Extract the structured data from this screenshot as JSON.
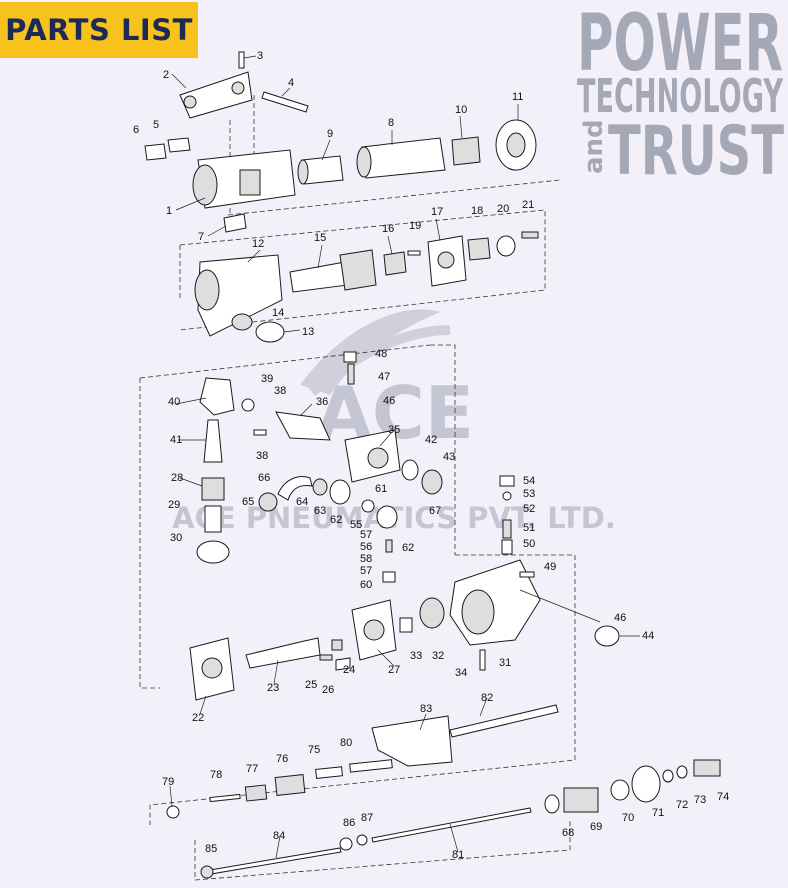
{
  "header": {
    "title": "PARTS LIST",
    "badge_color": "#f6c21b",
    "title_color": "#1c2a57"
  },
  "brand": {
    "line1": "POWER",
    "line2": "TECHNOLOGY",
    "word_and": "and",
    "line3": "TRUST",
    "color": "#a4a8b7"
  },
  "watermark": {
    "logo_text": "ACE",
    "company": "ACE PNEUMATICS PVT. LTD.",
    "color": "#b6b9c6"
  },
  "callouts": [
    "1",
    "2",
    "3",
    "4",
    "5",
    "6",
    "7",
    "8",
    "9",
    "10",
    "11",
    "12",
    "13",
    "14",
    "15",
    "16",
    "17",
    "18",
    "19",
    "20",
    "21",
    "22",
    "23",
    "24",
    "25",
    "26",
    "27",
    "28",
    "29",
    "30",
    "31",
    "32",
    "33",
    "34",
    "35",
    "36",
    "38",
    "38",
    "39",
    "40",
    "41",
    "42",
    "43",
    "44",
    "46",
    "46",
    "47",
    "48",
    "49",
    "50",
    "51",
    "52",
    "53",
    "54",
    "55",
    "56",
    "57",
    "57",
    "58",
    "60",
    "61",
    "62",
    "62",
    "63",
    "64",
    "65",
    "66",
    "67",
    "68",
    "69",
    "70",
    "71",
    "72",
    "73",
    "74",
    "75",
    "76",
    "77",
    "78",
    "79",
    "80",
    "81",
    "82",
    "83",
    "84",
    "85",
    "86",
    "87"
  ]
}
